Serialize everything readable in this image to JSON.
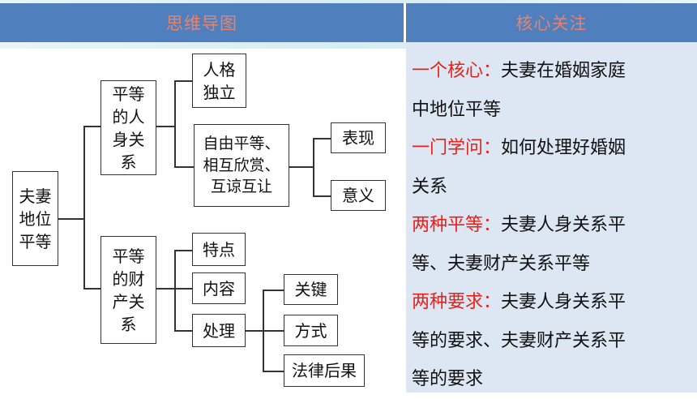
{
  "header": {
    "left_title": "思维导图",
    "right_title": "核心关注"
  },
  "mindmap": {
    "root": "夫妻地位平等",
    "branch_personal": "平等的人身关系",
    "branch_property": "平等的财产关系",
    "personal_independent": "人格独立",
    "personal_mutual": "自由平等、相互欣赏、互谅互让",
    "mutual_expression": "表现",
    "mutual_meaning": "意义",
    "property_features": "特点",
    "property_content": "内容",
    "property_handling": "处理",
    "handling_key": "关键",
    "handling_method": "方式",
    "handling_legal": "法律后果"
  },
  "focus": {
    "p1_label": "一个核心：",
    "p1_l1": "夫妻在婚姻家庭",
    "p1_l2": "中地位平等",
    "p2_label": "一门学问：",
    "p2_l1": "如何处理好婚姻",
    "p2_l2": "关系",
    "p3_label": "两种平等：",
    "p3_l1": "夫妻人身关系平",
    "p3_l2": "等、夫妻财产关系平等",
    "p4_label": "两种要求：",
    "p4_l1": "夫妻人身关系平",
    "p4_l2": "等的要求、夫妻财产关系平",
    "p4_l3": "等的要求"
  },
  "colors": {
    "header_bg": "#4f80bd",
    "header_text": "#e8826a",
    "panel_bg": "#dce7f3",
    "label_red": "#e8201a"
  }
}
